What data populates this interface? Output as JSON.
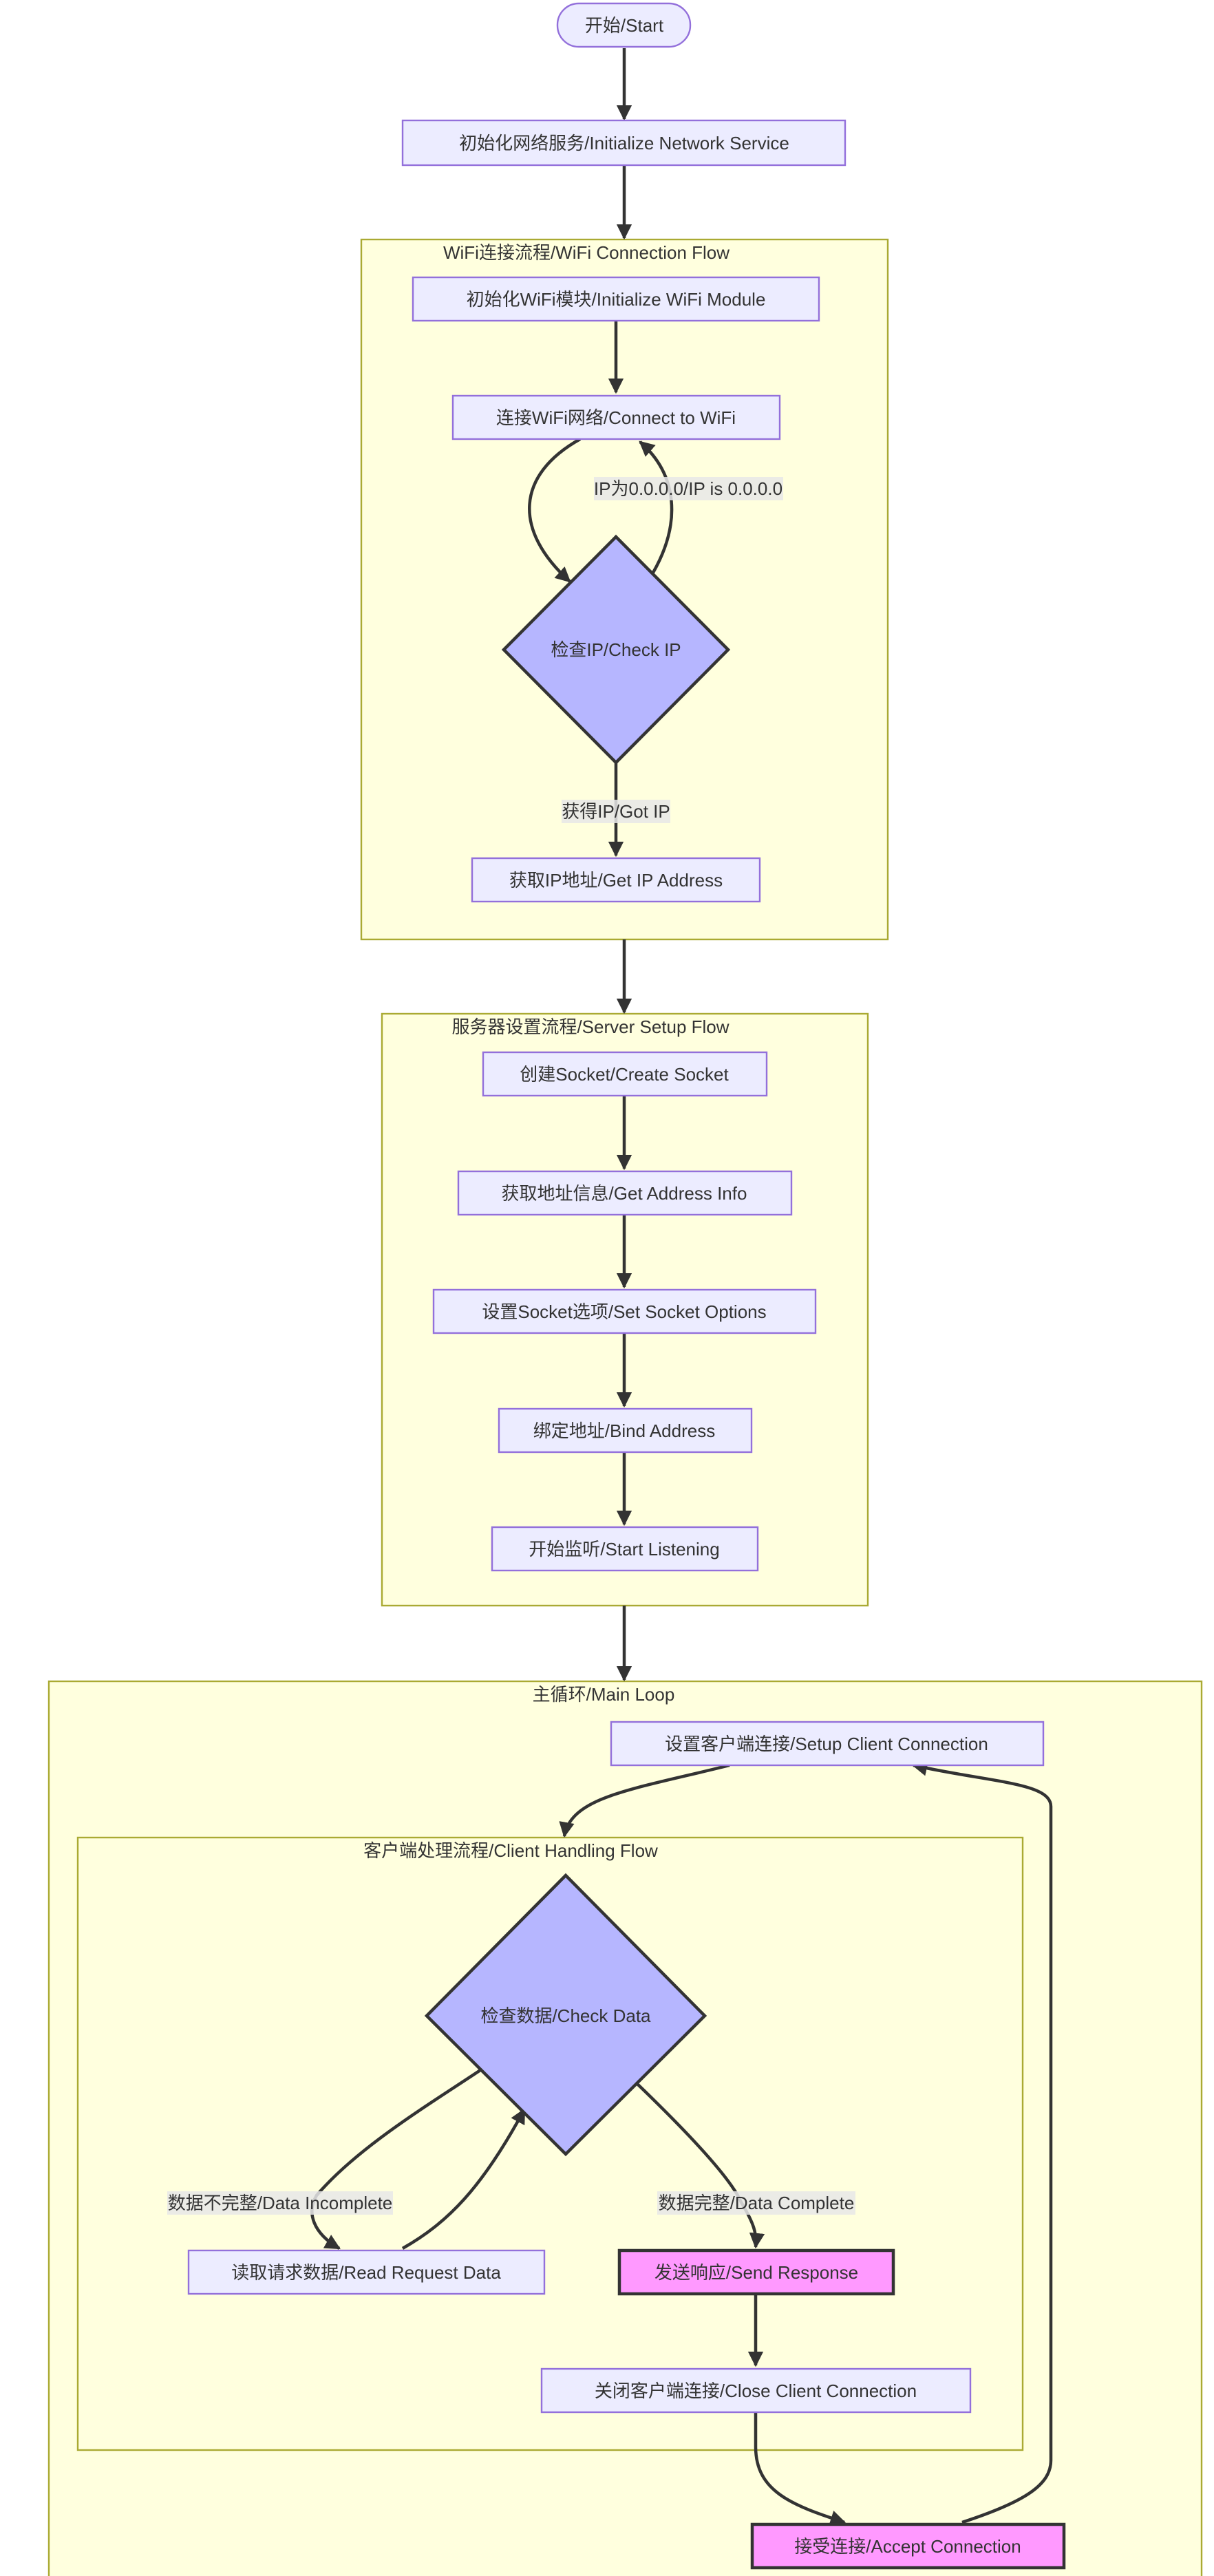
{
  "nodes": {
    "start": "开始/Start",
    "init_network": "初始化网络服务/Initialize Network Service",
    "init_wifi": "初始化WiFi模块/Initialize WiFi Module",
    "connect_wifi": "连接WiFi网络/Connect to WiFi",
    "check_ip": "检查IP/Check IP",
    "get_ip": "获取IP地址/Get IP Address",
    "create_socket": "创建Socket/Create Socket",
    "get_addr_info": "获取地址信息/Get Address Info",
    "set_socket_opts": "设置Socket选项/Set Socket Options",
    "bind_addr": "绑定地址/Bind Address",
    "start_listen": "开始监听/Start Listening",
    "setup_client": "设置客户端连接/Setup Client Connection",
    "check_data": "检查数据/Check Data",
    "read_request": "读取请求数据/Read Request Data",
    "send_response": "发送响应/Send Response",
    "close_client": "关闭客户端连接/Close Client Connection",
    "accept_conn": "接受连接/Accept Connection"
  },
  "clusters": {
    "wifi_flow": "WiFi连接流程/WiFi Connection Flow",
    "server_setup": "服务器设置流程/Server Setup Flow",
    "main_loop": "主循环/Main Loop",
    "client_handling": "客户端处理流程/Client Handling Flow"
  },
  "edge_labels": {
    "ip_zero": "IP为0.0.0.0/IP is 0.0.0.0",
    "got_ip": "获得IP/Got IP",
    "data_incomplete": "数据不完整/Data Incomplete",
    "data_complete": "数据完整/Data Complete"
  },
  "colors": {
    "cluster_fill": "#ffffde",
    "cluster_stroke": "#aaaa33",
    "node_fill": "#ececff",
    "node_stroke": "#9370db",
    "decision_fill": "#b6b6ff",
    "highlight_fill": "#ff99ff",
    "edge": "#333333"
  }
}
